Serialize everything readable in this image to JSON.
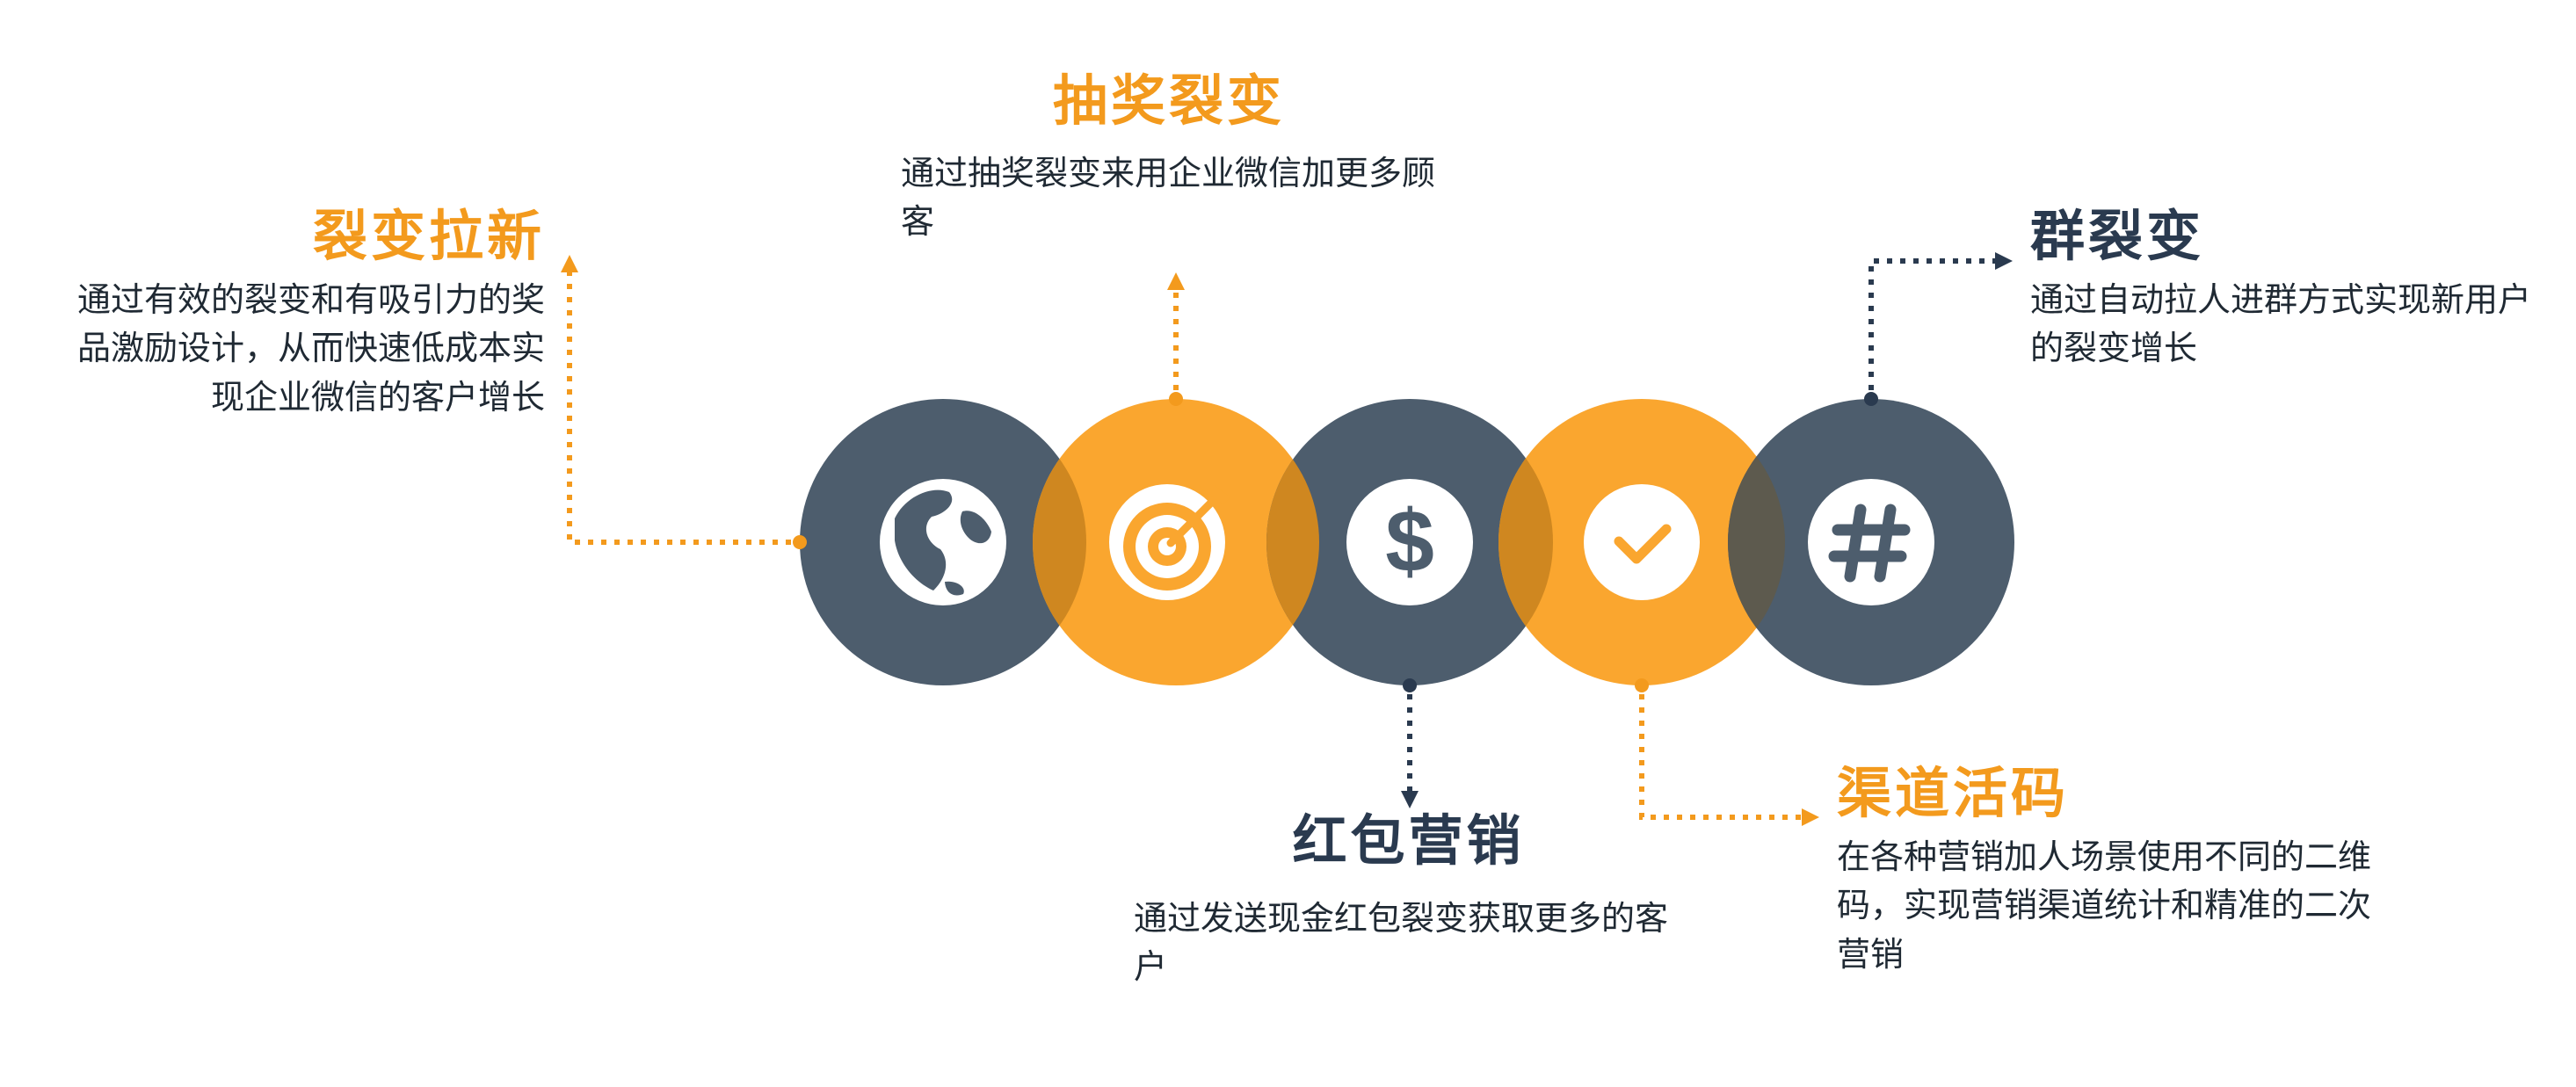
{
  "colors": {
    "orange": "#f39a1d",
    "orange_circle": "#faa62f",
    "dark": "#4d5d6d",
    "text_dark": "#2a3a4f",
    "overlap_orange": "#cf8720",
    "overlap_dark": "#5d5a4e"
  },
  "nodes": [
    {
      "icon": "globe-icon",
      "color": "dark",
      "title": "裂变拉新",
      "description": "通过有效的裂变和有吸引力的奖品激励设计，从而快速低成本实现企业微信的客户增长"
    },
    {
      "icon": "target-icon",
      "color": "orange",
      "title": "抽奖裂变",
      "description": "通过抽奖裂变来用企业微信加更多顾客"
    },
    {
      "icon": "dollar-icon",
      "color": "dark",
      "title": "红包营销",
      "description": "通过发送现金红包裂变获取更多的客户"
    },
    {
      "icon": "check-icon",
      "color": "orange",
      "title": "渠道活码",
      "description": "在各种营销加人场景使用不同的二维码，实现营销渠道统计和精准的二次营销"
    },
    {
      "icon": "hashtag-icon",
      "color": "dark",
      "title": "群裂变",
      "description": "通过自动拉人进群方式实现新用户的裂变增长"
    }
  ]
}
